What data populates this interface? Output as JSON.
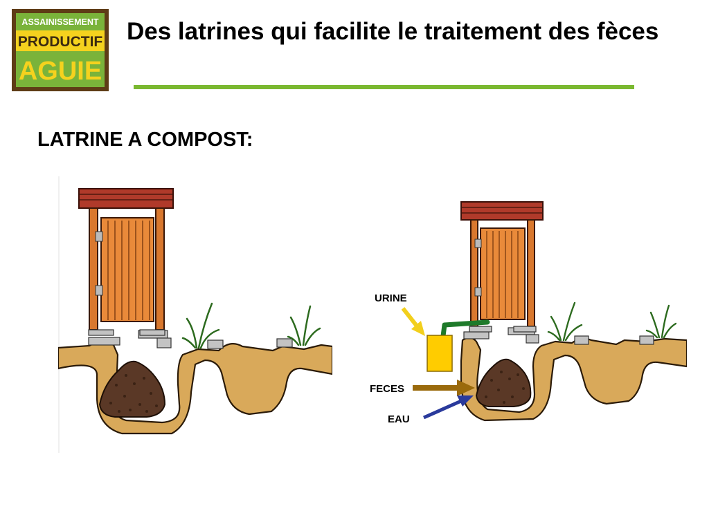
{
  "logo": {
    "line1": "ASSAINISSEMENT",
    "line2": "PRODUCTIF",
    "line3": "AGUIE"
  },
  "slide": {
    "title": "Des latrines qui facilite le traitement des fèces",
    "section_heading": "LATRINE A COMPOST:"
  },
  "diagram": {
    "labels": {
      "urine": "URINE",
      "feces": "FECES",
      "eau": "EAU"
    },
    "colors": {
      "title_rule": "#7ab830",
      "urine_arrow": "#f2cf1c",
      "urine_container": "#ffcc00",
      "urine_pipe": "#1e7a2a",
      "feces_arrow": "#9a6a0c",
      "eau_arrow": "#2a3a9c",
      "soil": "#d9a95a",
      "compost": "#5a3826",
      "wood": "#d9782e",
      "roof": "#b03a2a"
    }
  }
}
